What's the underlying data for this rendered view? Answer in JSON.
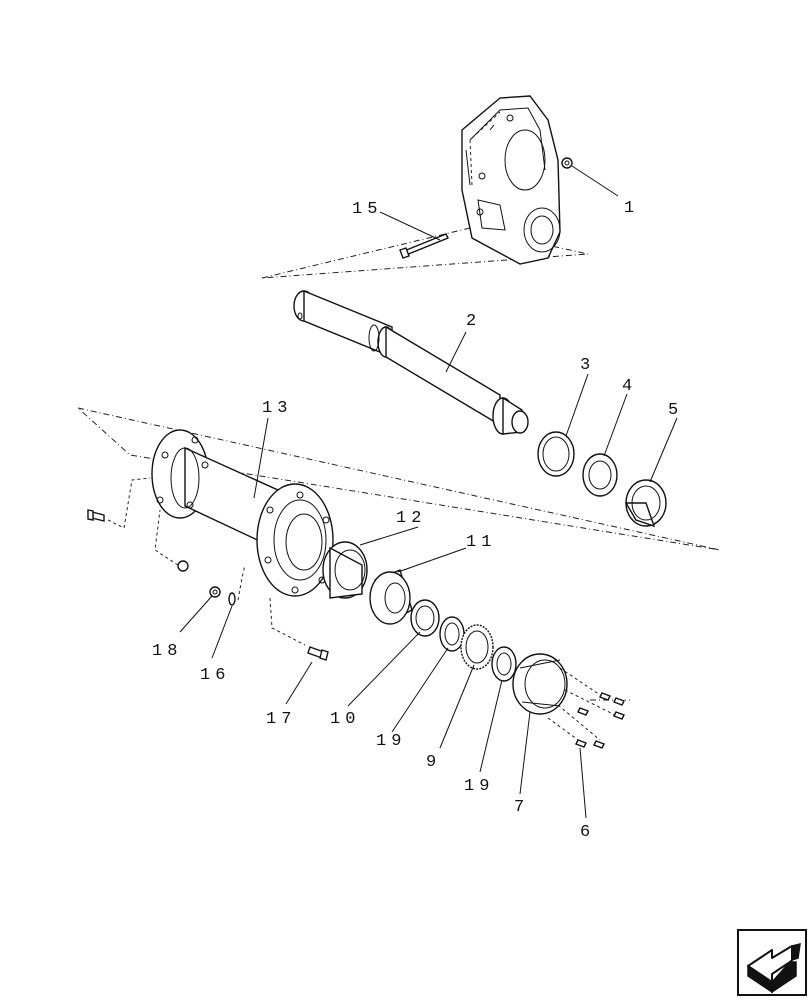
{
  "labels": {
    "l1": "1",
    "l2": "2",
    "l3": "3",
    "l4": "4",
    "l5": "5",
    "l6": "6",
    "l7": "7",
    "l9": "9",
    "l10": "10",
    "l11": "11",
    "l12": "12",
    "l13": "13",
    "l15": "15",
    "l16": "16",
    "l17": "17",
    "l18": "18",
    "l19a": "19",
    "l19b": "19"
  },
  "icons": {
    "nav": "next-page-arrow-icon"
  }
}
